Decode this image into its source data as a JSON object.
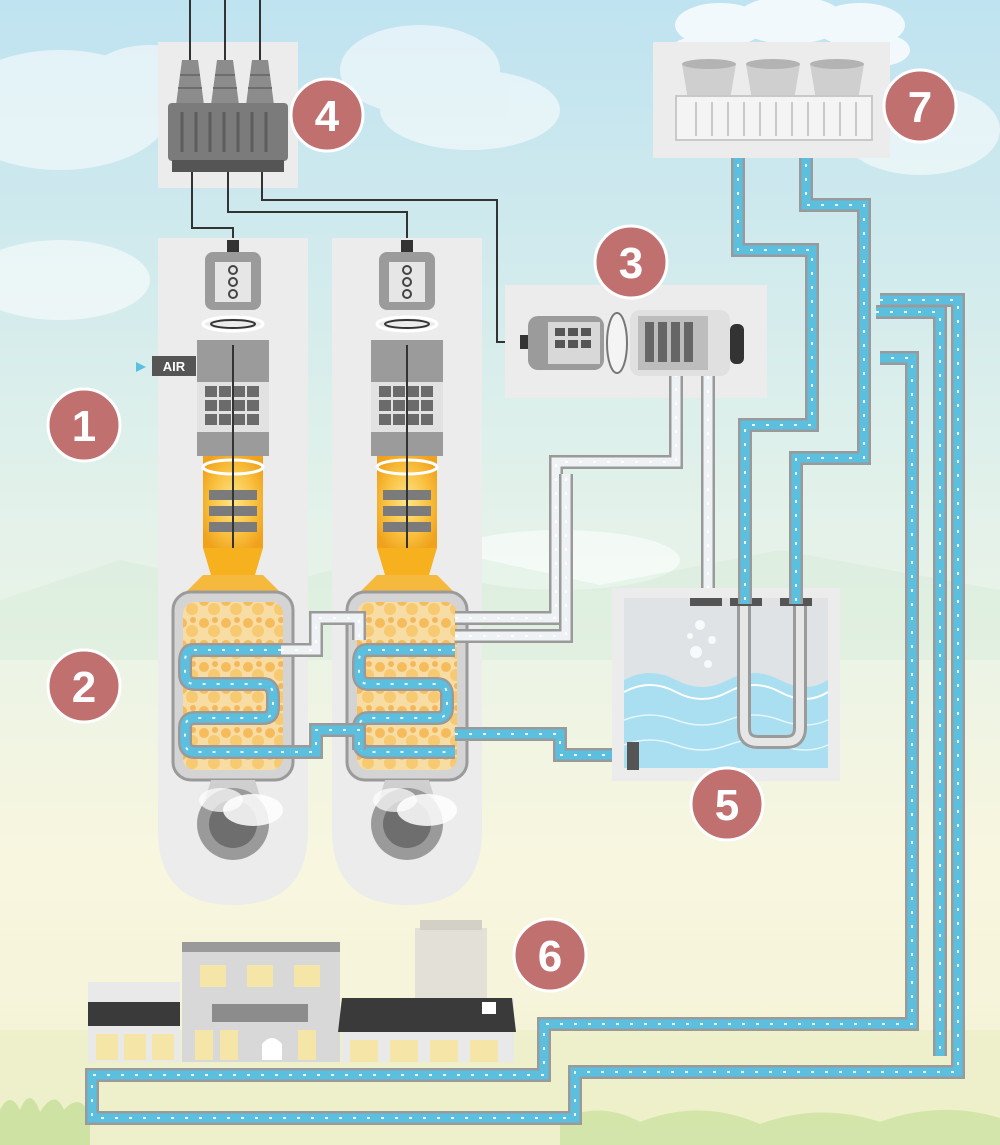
{
  "diagram": {
    "air_label": "AIR",
    "markers": [
      {
        "id": "1",
        "label": "1"
      },
      {
        "id": "2",
        "label": "2"
      },
      {
        "id": "3",
        "label": "3"
      },
      {
        "id": "4",
        "label": "4"
      },
      {
        "id": "5",
        "label": "5"
      },
      {
        "id": "6",
        "label": "6"
      },
      {
        "id": "7",
        "label": "7"
      }
    ],
    "colors": {
      "marker": "#c0706f",
      "cold_water": "#5bc0e0",
      "steam": "#eef2f4",
      "panel": "#ececec",
      "flame": "#f7b11f"
    }
  }
}
